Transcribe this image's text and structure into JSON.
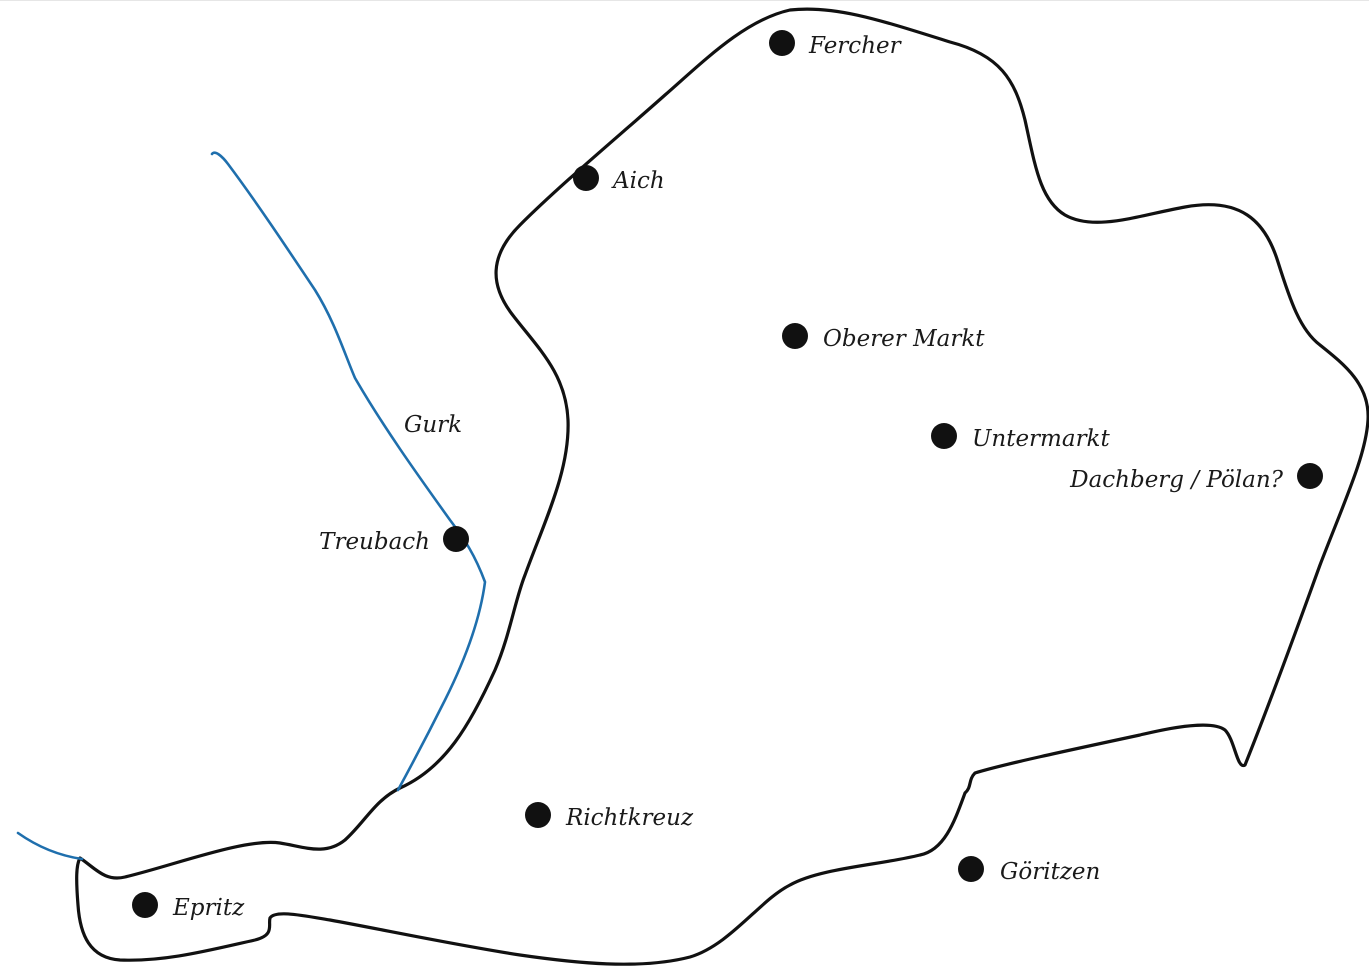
{
  "map": {
    "colors": {
      "boundary": "#111111",
      "river": "#1f6fad",
      "dot": "#111111",
      "label": "#1a1a1a"
    },
    "river": {
      "name": "Gurk"
    },
    "places": [
      {
        "id": "fercher",
        "name": "Fercher"
      },
      {
        "id": "aich",
        "name": "Aich"
      },
      {
        "id": "oberer-markt",
        "name": "Oberer Markt"
      },
      {
        "id": "untermarkt",
        "name": "Untermarkt"
      },
      {
        "id": "dachberg",
        "name": "Dachberg / Pölan?"
      },
      {
        "id": "treubach",
        "name": "Treubach"
      },
      {
        "id": "richtkreuz",
        "name": "Richtkreuz"
      },
      {
        "id": "goeritzen",
        "name": "Göritzen"
      },
      {
        "id": "epritz",
        "name": "Epritz"
      }
    ]
  }
}
